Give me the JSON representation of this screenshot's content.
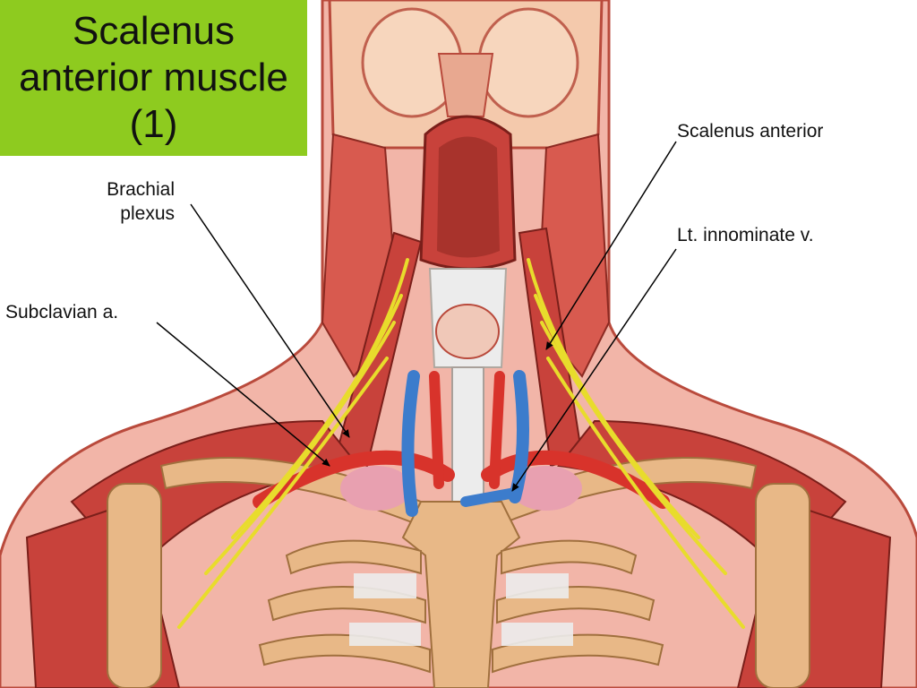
{
  "slide": {
    "title": "Scalenus\nanterior muscle\n(1)",
    "title_bg_color": "#8ecb1f"
  },
  "labels": {
    "scalenus_anterior": "Scalenus anterior",
    "lt_innominate": "Lt. innominate v.",
    "brachial_plexus": "Brachial\nplexus",
    "subclavian": "Subclavian a."
  },
  "colors": {
    "muscle": "#c8423b",
    "muscle_light": "#e07a6c",
    "skin": "#f2b5a8",
    "bone": "#e8b887",
    "cartilage": "#ececec",
    "nerve": "#e8dc2c",
    "vein": "#3c7ccc",
    "artery": "#d8332b",
    "brain": "#f4c9ac"
  }
}
